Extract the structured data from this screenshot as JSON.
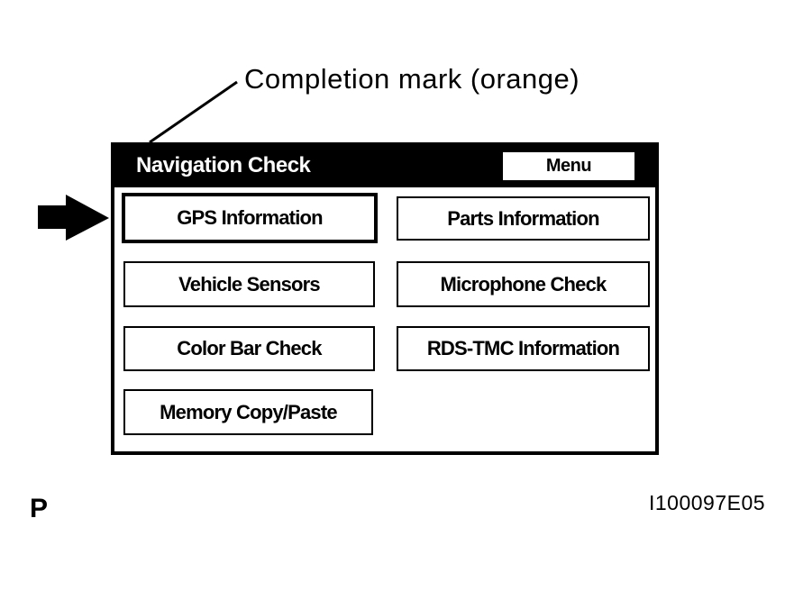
{
  "callout": {
    "label": "Completion mark (orange)"
  },
  "page": {
    "marker": "P",
    "figure_id": "I100097E05"
  },
  "screen": {
    "title": "Navigation Check",
    "menu_button_label": "Menu",
    "buttons": [
      {
        "label": "GPS Information",
        "selected": true
      },
      {
        "label": "Parts Information",
        "selected": false
      },
      {
        "label": "Vehicle Sensors",
        "selected": false
      },
      {
        "label": "Microphone Check",
        "selected": false
      },
      {
        "label": "Color Bar Check",
        "selected": false
      },
      {
        "label": "RDS-TMC Information",
        "selected": false
      },
      {
        "label": "Memory Copy/Paste",
        "selected": false
      }
    ]
  },
  "icons": {
    "selection_arrow": "solid right-pointing arrow",
    "callout_leader": "diagonal leader line"
  },
  "colors": {
    "titlebar_bg": "#000000",
    "titlebar_text": "#ffffff",
    "screen_bg": "#ffffff",
    "border": "#000000",
    "completion_mark_color_name": "orange"
  }
}
